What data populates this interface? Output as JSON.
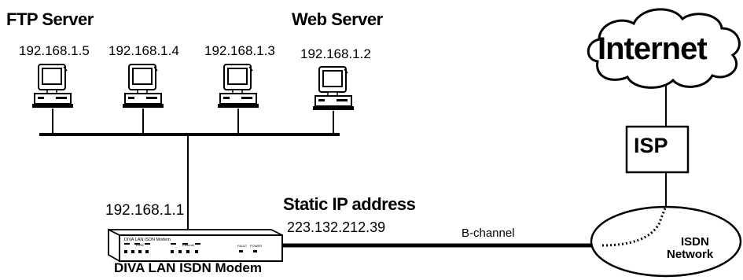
{
  "servers": {
    "ftp_title": "FTP Server",
    "web_title": "Web Server",
    "ip_1": "192.168.1.5",
    "ip_2": "192.168.1.4",
    "ip_3": "192.168.1.3",
    "ip_4": "192.168.1.2"
  },
  "modem": {
    "lan_ip": "192.168.1.1",
    "static_title": "Static IP address",
    "static_ip": "223.132.212.39",
    "name": "DIVA LAN ISDN Modem",
    "faceplate_label": "DIVA LAN ISDN Modem",
    "isdn_led_label": "ISDN",
    "ethernet_led_label": "Ethernet",
    "fault_label": "FAULT",
    "power_label": "POWER"
  },
  "link": {
    "channel_label": "B-channel"
  },
  "cloud": {
    "label": "Internet"
  },
  "isp": {
    "label": "ISP"
  },
  "isdn": {
    "line1": "ISDN",
    "line2": "Network"
  }
}
